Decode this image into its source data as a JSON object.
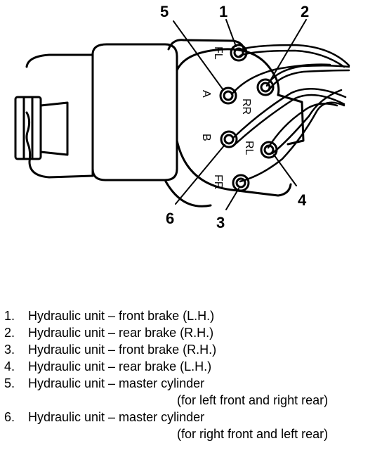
{
  "diagram": {
    "callouts": [
      "1",
      "2",
      "3",
      "4",
      "5",
      "6"
    ],
    "port_labels": {
      "fl": "FL",
      "rr": "RR",
      "a": "A",
      "b": "B",
      "rl": "RL",
      "fr": "FR"
    }
  },
  "legend": [
    {
      "num": "1.",
      "text": "Hydraulic unit – front brake (L.H.)"
    },
    {
      "num": "2.",
      "text": "Hydraulic unit – rear brake (R.H.)"
    },
    {
      "num": "3.",
      "text": "Hydraulic unit – front brake (R.H.)"
    },
    {
      "num": "4.",
      "text": "Hydraulic unit – rear brake (L.H.)"
    },
    {
      "num": "5.",
      "text": "Hydraulic unit – master cylinder",
      "cont": "(for left front and right rear)"
    },
    {
      "num": "6.",
      "text": "Hydraulic unit – master cylinder",
      "cont": "(for right front and left rear)"
    }
  ]
}
